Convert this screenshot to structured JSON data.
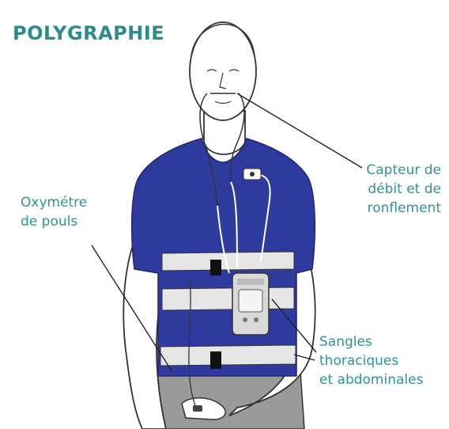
{
  "title": "POLYGRAPHIE",
  "labels": {
    "capteur": [
      "Capteur de",
      "débit et de",
      "ronflement"
    ],
    "oxymetre": [
      "Oxymétre",
      "de pouls"
    ],
    "sangles": [
      "Sangles",
      "thoraciques",
      "et abdominales"
    ]
  },
  "colors": {
    "title": "#2a8d8a",
    "labels": "#2f9592",
    "shirt": "#2f3a9e",
    "straps": "#e6e6e6",
    "outline": "#333333",
    "pants": "#9a9a9a"
  },
  "icons": {
    "figure": "patient-figure-icon",
    "nasal_sensor": "nasal-cannula-icon",
    "oximeter": "oximeter-sensor-icon",
    "recorder": "polygraph-recorder-icon"
  }
}
